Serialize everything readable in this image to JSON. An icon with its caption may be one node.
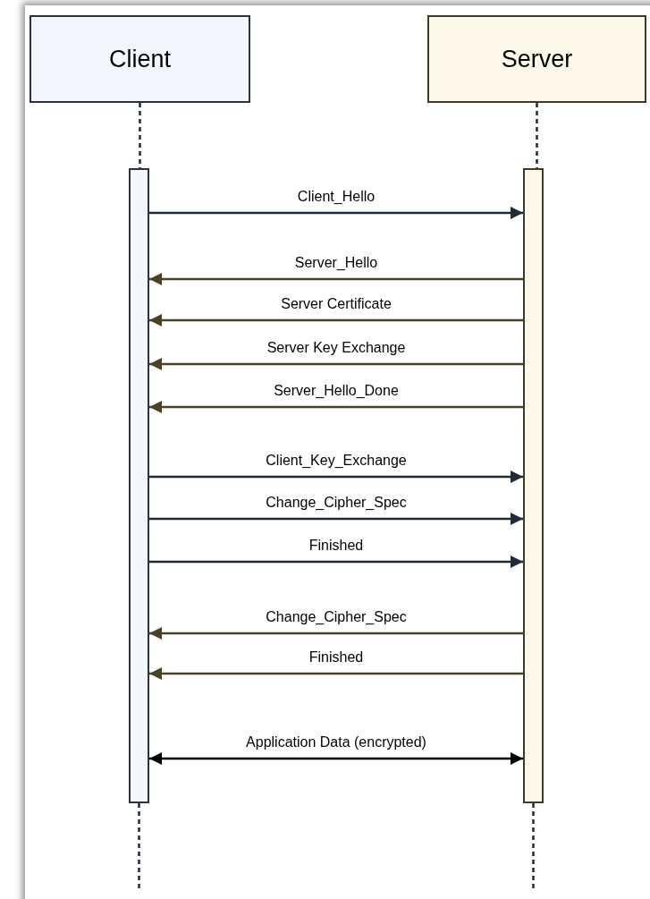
{
  "diagram": {
    "nodes": [
      {
        "text": [
          "Client"
        ]
      },
      {
        "text": [
          "Server"
        ]
      },
      {
        "text": [],
        "shape": "bar"
      },
      {
        "text": [],
        "shape": "bar"
      }
    ],
    "edges": [
      {
        "from": 0,
        "to": 2,
        "arrow": "none",
        "style": "dashed"
      },
      {
        "from": 1,
        "to": 3,
        "arrow": "none",
        "style": "dashed"
      },
      {
        "from": 2,
        "to": 3,
        "arrow": "to",
        "label": "Client_Hello"
      },
      {
        "from": 3,
        "to": 2,
        "arrow": "to",
        "label": "Server_Hello",
        "color": "#4a4226"
      },
      {
        "from": 3,
        "to": 2,
        "arrow": "to",
        "label": "Server Certificate",
        "color": "#4a4226"
      },
      {
        "from": 3,
        "to": 2,
        "arrow": "to",
        "label": "Server Key Exchange",
        "color": "#4a4226"
      },
      {
        "from": 3,
        "to": 2,
        "arrow": "to",
        "label": "Server_Hello_Done",
        "color": "#4a4226"
      },
      {
        "from": 2,
        "to": 3,
        "arrow": "to",
        "label": "Client_Key_Exchange"
      },
      {
        "from": 2,
        "to": 3,
        "arrow": "to",
        "label": "Change_Cipher_Spec"
      },
      {
        "from": 2,
        "to": 3,
        "arrow": "to",
        "label": "Finished"
      },
      {
        "from": 3,
        "to": 2,
        "arrow": "to",
        "label": "Change_Cipher_Spec",
        "color": "#4a4226"
      },
      {
        "from": 3,
        "to": 2,
        "arrow": "to",
        "label": "Finished",
        "color": "#4a4226"
      },
      {
        "from": 2,
        "to": 3,
        "arrow": "both",
        "label": "Application Data (encrypted)",
        "color": "#000000"
      },
      {
        "from": 2,
        "to": null,
        "arrow": "none",
        "style": "dashed"
      },
      {
        "from": 3,
        "to": null,
        "arrow": "none",
        "style": "dashed"
      }
    ]
  }
}
